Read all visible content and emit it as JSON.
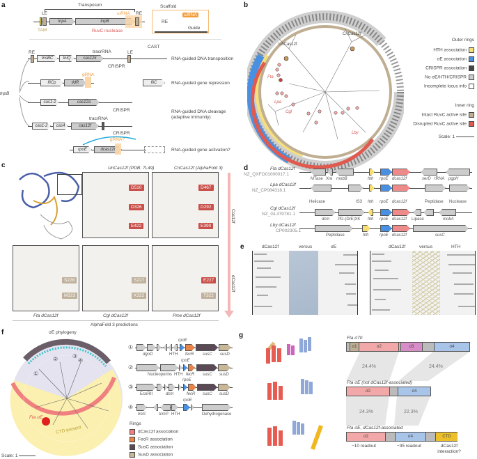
{
  "panels": {
    "a": {
      "letter": "a",
      "transposon_label": "Transposon",
      "scaffold_label": "Scaffold",
      "le": "LE",
      "re": "RE",
      "tam": "TAM",
      "tnpA": "tnpA",
      "tnpB": "tnpB",
      "omega_rna": "ωRNA",
      "ruvc": "RuvC nuclease",
      "guide": "Guide",
      "tnpB_root": "tnpB",
      "rows": [
        {
          "genes": [
            "tnsBC",
            "tniQ",
            "cas12k"
          ],
          "extra": [
            "tracrRNA",
            "CRISPR",
            "CAST"
          ],
          "outcome": "RNA-guided DNA transposition"
        },
        {
          "genes": [
            "fliCp",
            "tldR"
          ],
          "extra": [
            "gRNA",
            "fliC"
          ],
          "outcome": "RNA-guided gene repression"
        },
        {
          "genes": [
            "cas1-2",
            "cas12a"
          ],
          "extra": [
            "CRISPR"
          ],
          "outcome": "RNA-guided DNA cleavage"
        },
        {
          "genes": [
            "cas1-2",
            "cas4",
            "cas12f"
          ],
          "extra": [
            "tracrRNA",
            "CRISPR"
          ],
          "outcome": "(adaptive immunity)"
        },
        {
          "genes": [
            "rpoE",
            "dcas12f"
          ],
          "extra": [
            "gRNA?"
          ],
          "outcome": "RNA-guided gene activation?"
        }
      ]
    },
    "b": {
      "letter": "b",
      "tree_labels": [
        "UnCas12f",
        "CnCas12f",
        "Fta",
        "Lpa",
        "Cgl",
        "Lby"
      ],
      "outer_rings_title": "Outer rings",
      "outer_rings": [
        {
          "label": "HTH association",
          "color": "#f5e07a"
        },
        {
          "label": "σE association",
          "color": "#4a90e2"
        },
        {
          "label": "CRISPR association",
          "color": "#444444"
        },
        {
          "label": "No σE/HTH/CRISPR",
          "color": "#cccccc"
        },
        {
          "label": "Incomplete locus info",
          "color": "#ffffff"
        }
      ],
      "inner_ring_title": "Inner ring",
      "inner_ring": [
        {
          "label": "Intact RuvC active site",
          "color": "#bfae92"
        },
        {
          "label": "Disrupted RuvC active site",
          "color": "#e05a4f"
        }
      ],
      "scale": "Scale: 1"
    },
    "c": {
      "letter": "c",
      "top_titles": [
        "UnCas12f (PDB: 7L49)",
        "CnCas12f (AlphaFold 3)"
      ],
      "top_residues": [
        [
          "D510",
          "D326",
          "E422"
        ],
        [
          "D467",
          "D292",
          "E390"
        ]
      ],
      "bottom_residues": [
        [
          "S228",
          "M323"
        ],
        [
          "S227",
          "K322"
        ],
        [
          "E227",
          "T322"
        ]
      ],
      "bottom_labels": [
        "Fta dCas12f",
        "Cgl dCas12f",
        "Pme dCas12f"
      ],
      "footer": "AlphaFold 3 predictions",
      "arrow_top": "Cas12f",
      "arrow_bottom": "dCas12f"
    },
    "d": {
      "letter": "d",
      "loci": [
        {
          "name": "Fta dCas12f",
          "acc": "NZ_QXFO01000017.1",
          "labels": [
            "MTase",
            "Xre",
            "mobB",
            "hth",
            "rpoE",
            "dcas12f",
            "xerD",
            "tRNA",
            "pgpH"
          ]
        },
        {
          "name": "Lpa dCas12f",
          "acc": "NZ_CP084318.1",
          "labels": [
            "Helicase",
            "IS3",
            "hth",
            "rpoE",
            "dcas12f",
            "Peptidase",
            "Nuclease"
          ]
        },
        {
          "name": "Cgl dCas12f",
          "acc": "NZ_GL379781.1",
          "labels": [
            "dcm",
            "PD-(D/E)XK",
            "hth",
            "rpoE",
            "dcas12f",
            "Lipase",
            "mobA"
          ]
        },
        {
          "name": "Lby dCas12f",
          "acc": "CP002305.1",
          "labels": [
            "Peptidase",
            "hth",
            "rpoE",
            "dcas12f",
            "susC"
          ]
        }
      ]
    },
    "e": {
      "letter": "e",
      "left": {
        "a": "dCas12f",
        "vs": "versus",
        "b": "σE"
      },
      "right": {
        "a": "dCas12f",
        "vs": "versus",
        "b": "HTH"
      }
    },
    "f": {
      "letter": "f",
      "title": "σE phylogeny",
      "fta_label": "Fta σE",
      "ctd_label": "CTD present",
      "scale": "Scale: 1",
      "loci": [
        {
          "num": "①",
          "rpoE": "rpoE",
          "labels": [
            "dgoD",
            "HTH",
            "fecR",
            "susC",
            "susD"
          ]
        },
        {
          "num": "②",
          "rpoE": "rpoE",
          "labels": [
            "Nucleoporins",
            "HTH",
            "fecR",
            "susC",
            "susD"
          ]
        },
        {
          "num": "③",
          "rpoE": "rpoE",
          "labels": [
            "EcoRII",
            "dcm",
            "fecR",
            "susC",
            "susD"
          ]
        },
        {
          "num": "④",
          "rpoE": "rpoE",
          "labels": [
            "treS",
            "tcmP",
            "HTH",
            "Dehydrogenase"
          ]
        }
      ],
      "rings_title": "Rings",
      "rings": [
        {
          "label": "dCas12f association",
          "color": "#f08080"
        },
        {
          "label": "FecR association",
          "color": "#e8834a"
        },
        {
          "label": "SusC association",
          "color": "#5a4a55"
        },
        {
          "label": "SusD association",
          "color": "#c8b898"
        }
      ]
    },
    "g": {
      "letter": "g",
      "bar1_title": "Fta σ70",
      "bar1": [
        "σ1",
        "σ2",
        "σ3",
        "σ4"
      ],
      "pct1": [
        "24.4%",
        "24.4%"
      ],
      "bar2_title": "Fta σE (not dCas12f-associated)",
      "bar2": [
        "σ2",
        "σ4"
      ],
      "pct2": [
        "24.3%",
        "22.3%"
      ],
      "bar3_title": "Fta σE, dCas12f-associated",
      "bar3": [
        "σ2",
        "σ4",
        "CTD"
      ],
      "bar3_notes": [
        "−10 readout",
        "−35 readout",
        "dCas12f interaction?"
      ]
    }
  }
}
